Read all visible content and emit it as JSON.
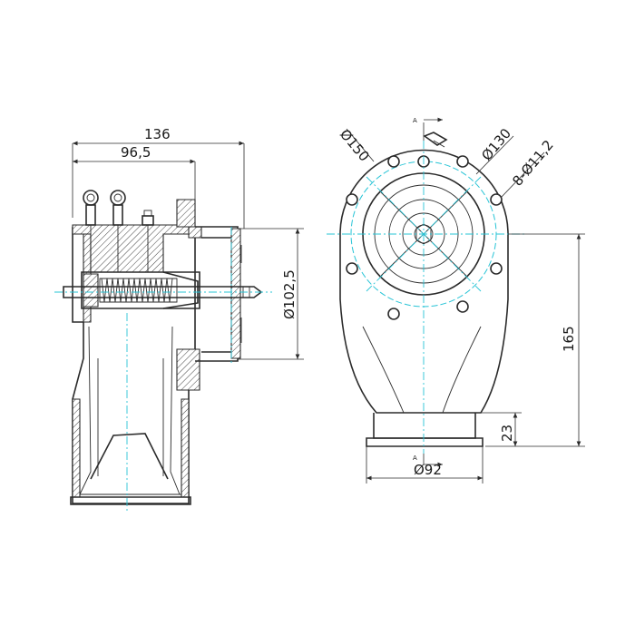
{
  "dimensions": {
    "overall_width": "136",
    "flange_offset": "96,5",
    "bore_diameter": "Ø102,5",
    "flange_outer_diameter": "Ø150",
    "bolt_circle_diameter": "Ø130",
    "bolt_holes": "8-Ø11,2",
    "height_to_axis": "165",
    "outlet_height": "23",
    "outlet_diameter": "Ø92"
  },
  "section_marks": {
    "top": "A",
    "bottom": "A"
  },
  "colors": {
    "outline": "#2b2b2b",
    "center_line": "#27c4d6"
  }
}
